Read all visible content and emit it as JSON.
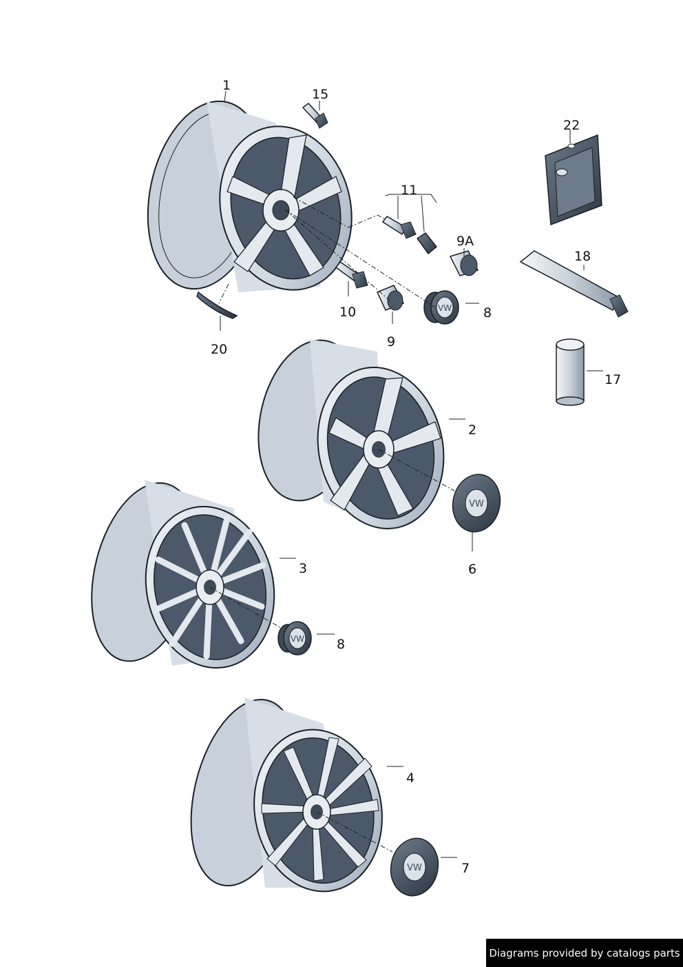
{
  "callouts": {
    "c1": "1",
    "c2": "2",
    "c3": "3",
    "c4": "4",
    "c6": "6",
    "c7": "7",
    "c8a": "8",
    "c8b": "8",
    "c9": "9",
    "c9a": "9A",
    "c10": "10",
    "c11": "11",
    "c15": "15",
    "c17": "17",
    "c18": "18",
    "c20": "20",
    "c22": "22"
  },
  "footer": "Diagrams provided by catalogs parts",
  "colors": {
    "wheel_face": "#dbe2ea",
    "wheel_shadow": "#4b596a",
    "part_dark": "#3e4a57",
    "outline": "#1a1f24",
    "background": "#ffffff"
  }
}
